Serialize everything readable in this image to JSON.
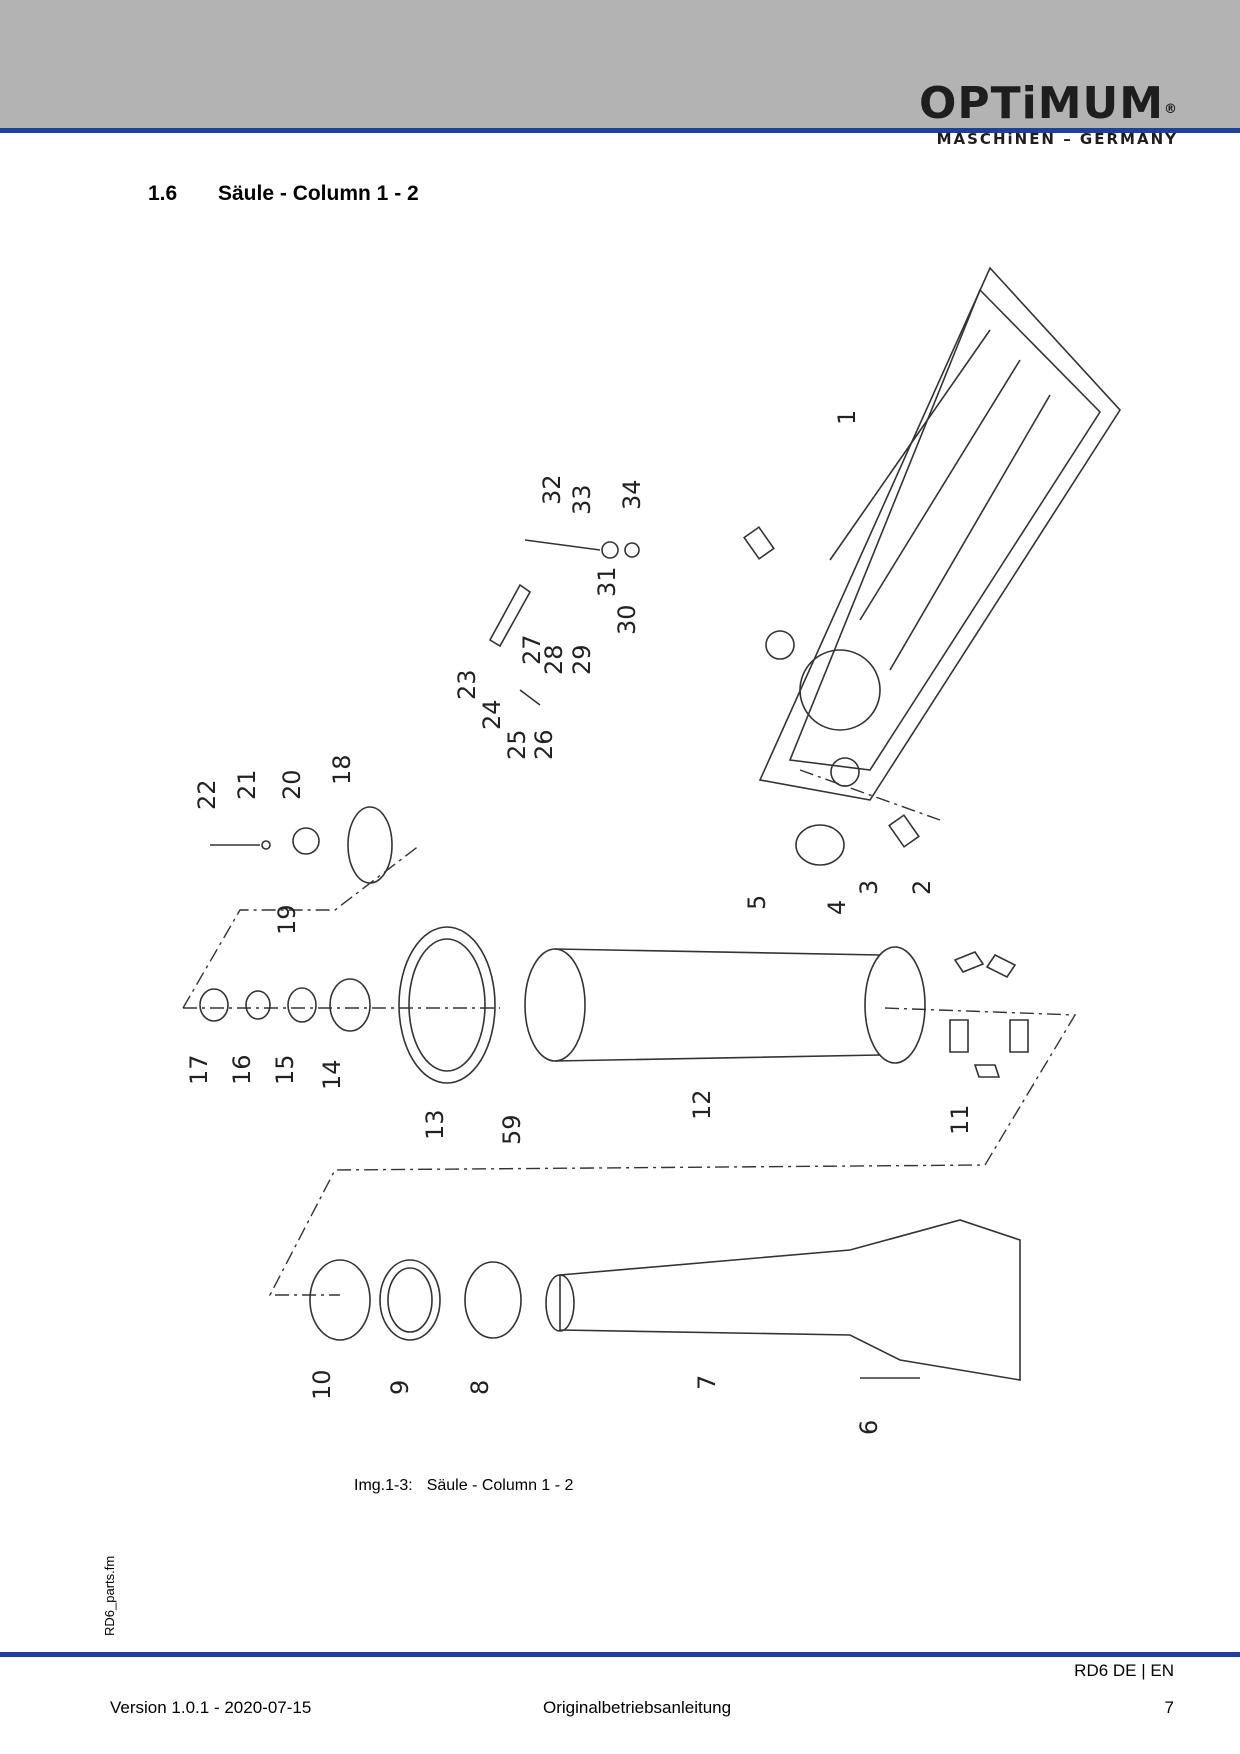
{
  "header": {
    "logo_text": "OPTiMUM",
    "logo_reg": "®",
    "logo_subtitle": "MASCHiNEN – GERMANY",
    "colors": {
      "band": "#b3b3b3",
      "rule": "#1f3f9a"
    }
  },
  "section": {
    "number": "1.6",
    "title": "Säule - Column 1 - 2"
  },
  "figure": {
    "caption_label": "Img.1-3:",
    "caption_text": "Säule - Column 1 - 2",
    "callouts": [
      "1",
      "2",
      "3",
      "4",
      "5",
      "6",
      "7",
      "8",
      "9",
      "10",
      "11",
      "12",
      "13",
      "14",
      "15",
      "16",
      "17",
      "18",
      "19",
      "20",
      "21",
      "22",
      "23",
      "24",
      "25",
      "26",
      "27",
      "28",
      "29",
      "30",
      "31",
      "32",
      "33",
      "34",
      "59"
    ]
  },
  "side_label": "RD6_parts.fm",
  "footer": {
    "doc_ref": "RD6  DE | EN",
    "version": "Version 1.0.1 - 2020-07-15",
    "manual": "Originalbetriebsanleitung",
    "page": "7"
  }
}
